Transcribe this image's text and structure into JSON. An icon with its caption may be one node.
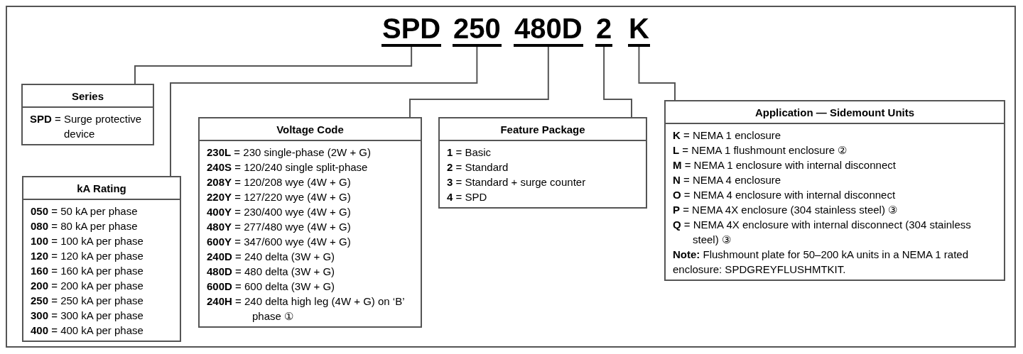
{
  "diagram": {
    "nodes": [
      {
        "text": [
          "SPD"
        ]
      },
      {
        "text": [
          "250"
        ]
      },
      {
        "text": [
          "480D"
        ]
      },
      {
        "text": [
          "2"
        ]
      },
      {
        "text": [
          "K"
        ]
      },
      {
        "text": [
          "Series",
          "**SPD** = Surge protective device"
        ]
      },
      {
        "text": [
          "kA Rating",
          "**050** = 50 kA per phase",
          "**080** = 80 kA per phase",
          "**100** = 100 kA per phase",
          "**120** = 120 kA per phase",
          "**160** = 160 kA per phase",
          "**200** = 200 kA per phase",
          "**250** = 250 kA per phase",
          "**300** = 300 kA per phase",
          "**400** = 400 kA per phase"
        ]
      },
      {
        "text": [
          "Voltage Code",
          "**230L** = 230 single-phase (2W + G)",
          "**240S** = 120/240 single split-phase",
          "**208Y** = 120/208 wye (4W + G)",
          "**220Y** = 127/220 wye (4W + G)",
          "**400Y** = 230/400 wye (4W + G)",
          "**480Y** = 277/480 wye (4W + G)",
          "**600Y** = 347/600 wye (4W + G)",
          "**240D** = 240 delta (3W + G)",
          "**480D** = 480 delta (3W + G)",
          "**600D** = 600 delta (3W + G)",
          "**240H** = 240 delta high leg (4W + G) on ‘B’ phase ①"
        ]
      },
      {
        "text": [
          "Feature Package",
          "**1** = Basic",
          "**2** = Standard",
          "**3** = Standard + surge counter",
          "**4** = SPD"
        ]
      },
      {
        "text": [
          "Application — Sidemount Units",
          "**K** = NEMA 1 enclosure",
          "**L** = NEMA 1 flushmount enclosure ②",
          "**M** = NEMA 1 enclosure with internal disconnect",
          "**N** = NEMA 4 enclosure",
          "**O** = NEMA 4 enclosure with internal disconnect",
          "**P** = NEMA 4X enclosure (304 stainless steel) ③",
          "**Q** = NEMA 4X enclosure with internal disconnect (304 stainless steel) ③",
          "**Note:** Flushmount plate for 50–200 kA units in a NEMA 1 rated enclosure: SPDGREYFLUSHMTKIT."
        ]
      }
    ],
    "edges": [
      {
        "from": 0,
        "to": 5,
        "arrow": "none"
      },
      {
        "from": 1,
        "to": 6,
        "arrow": "none"
      },
      {
        "from": 2,
        "to": 7,
        "arrow": "none"
      },
      {
        "from": 3,
        "to": 8,
        "arrow": "none"
      },
      {
        "from": 4,
        "to": 9,
        "arrow": "none"
      }
    ]
  }
}
